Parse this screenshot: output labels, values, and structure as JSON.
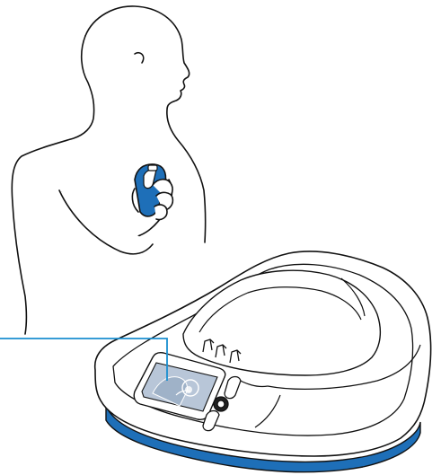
{
  "colors": {
    "outline": "#111111",
    "accent_blue": "#1e6fb8",
    "callout_line": "#1a8fd0",
    "screen_fill": "#b8c6d8",
    "screen_inner": "#9fb2c8",
    "background": "#ffffff"
  },
  "parts": {
    "person": "person-silhouette",
    "handheld_device": "handheld-ecg-device",
    "base_station": "base-station",
    "screen": "display-screen",
    "buttons": [
      "upper-button",
      "round-button",
      "lower-button"
    ],
    "cradle_prongs": 3
  }
}
